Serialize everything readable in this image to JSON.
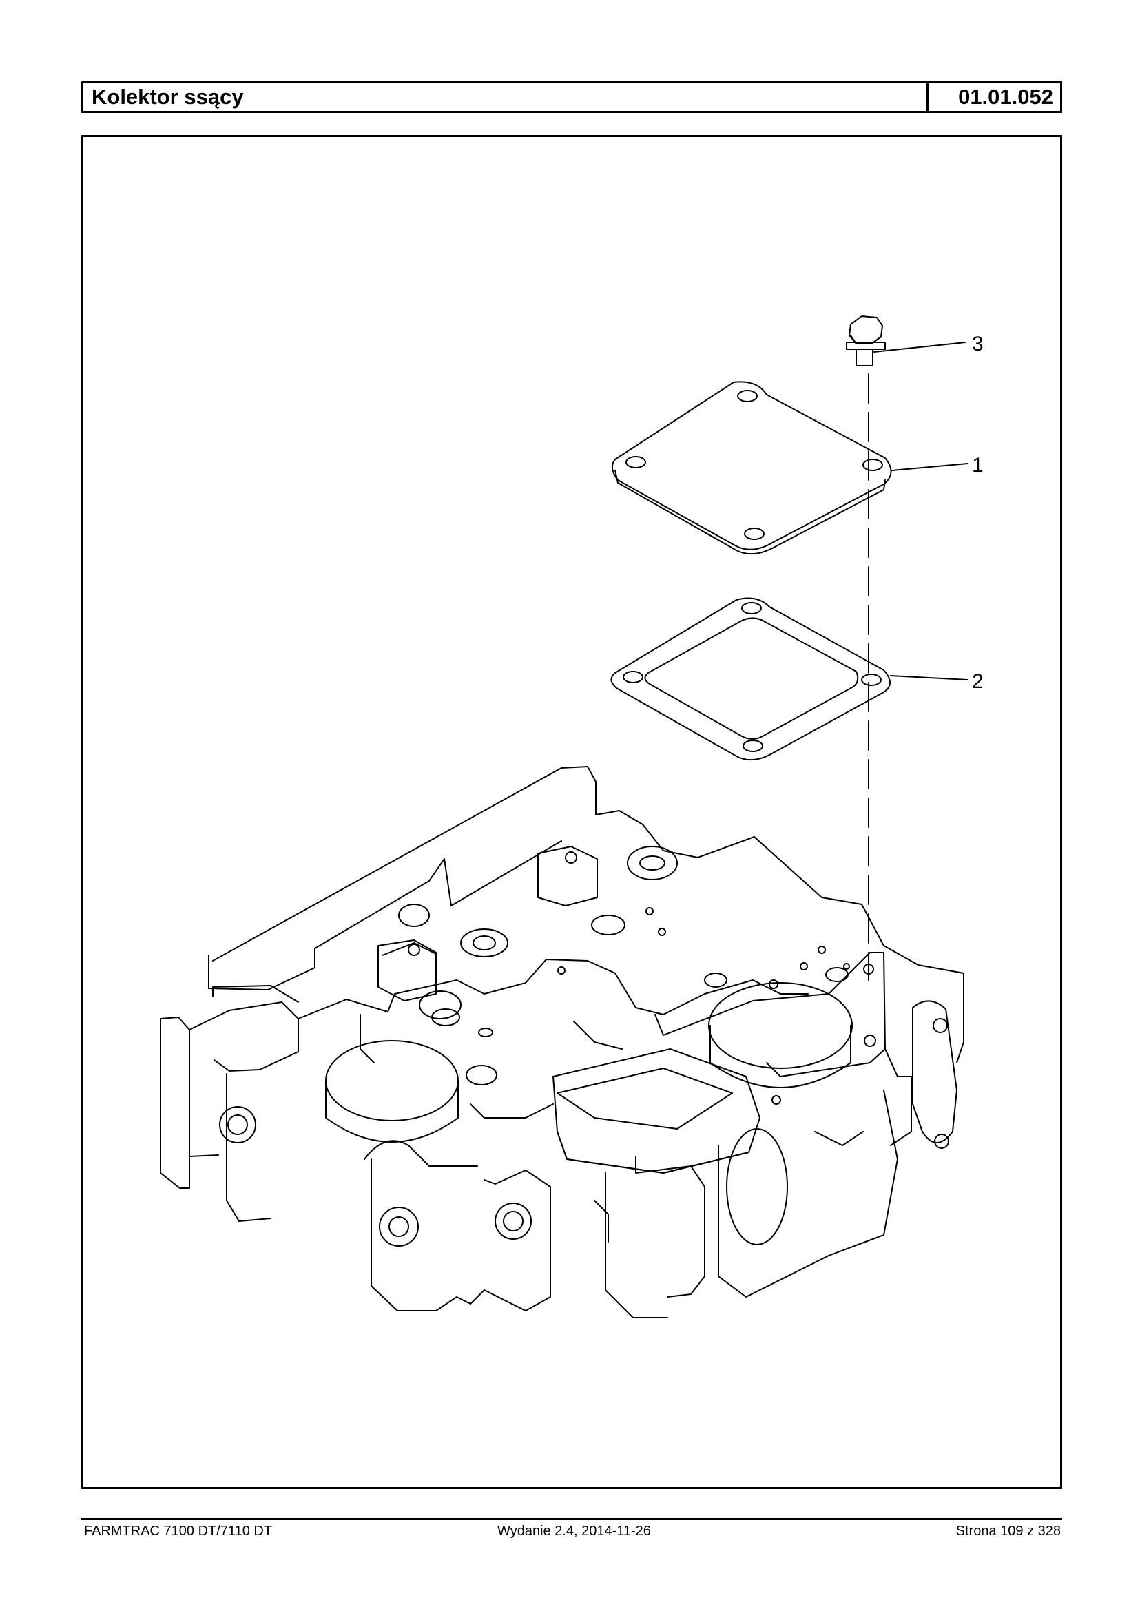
{
  "header": {
    "title": "Kolektor ssący",
    "code": "01.01.052"
  },
  "figure": {
    "callouts": [
      "3",
      "1",
      "2"
    ],
    "icon": "engine-cylinder-head-exploded-drawing"
  },
  "footer": {
    "model": "FARMTRAC 7100 DT/7110 DT",
    "edition": "Wydanie 2.4,  2014-11-26",
    "page": "Strona 109 z 328"
  }
}
